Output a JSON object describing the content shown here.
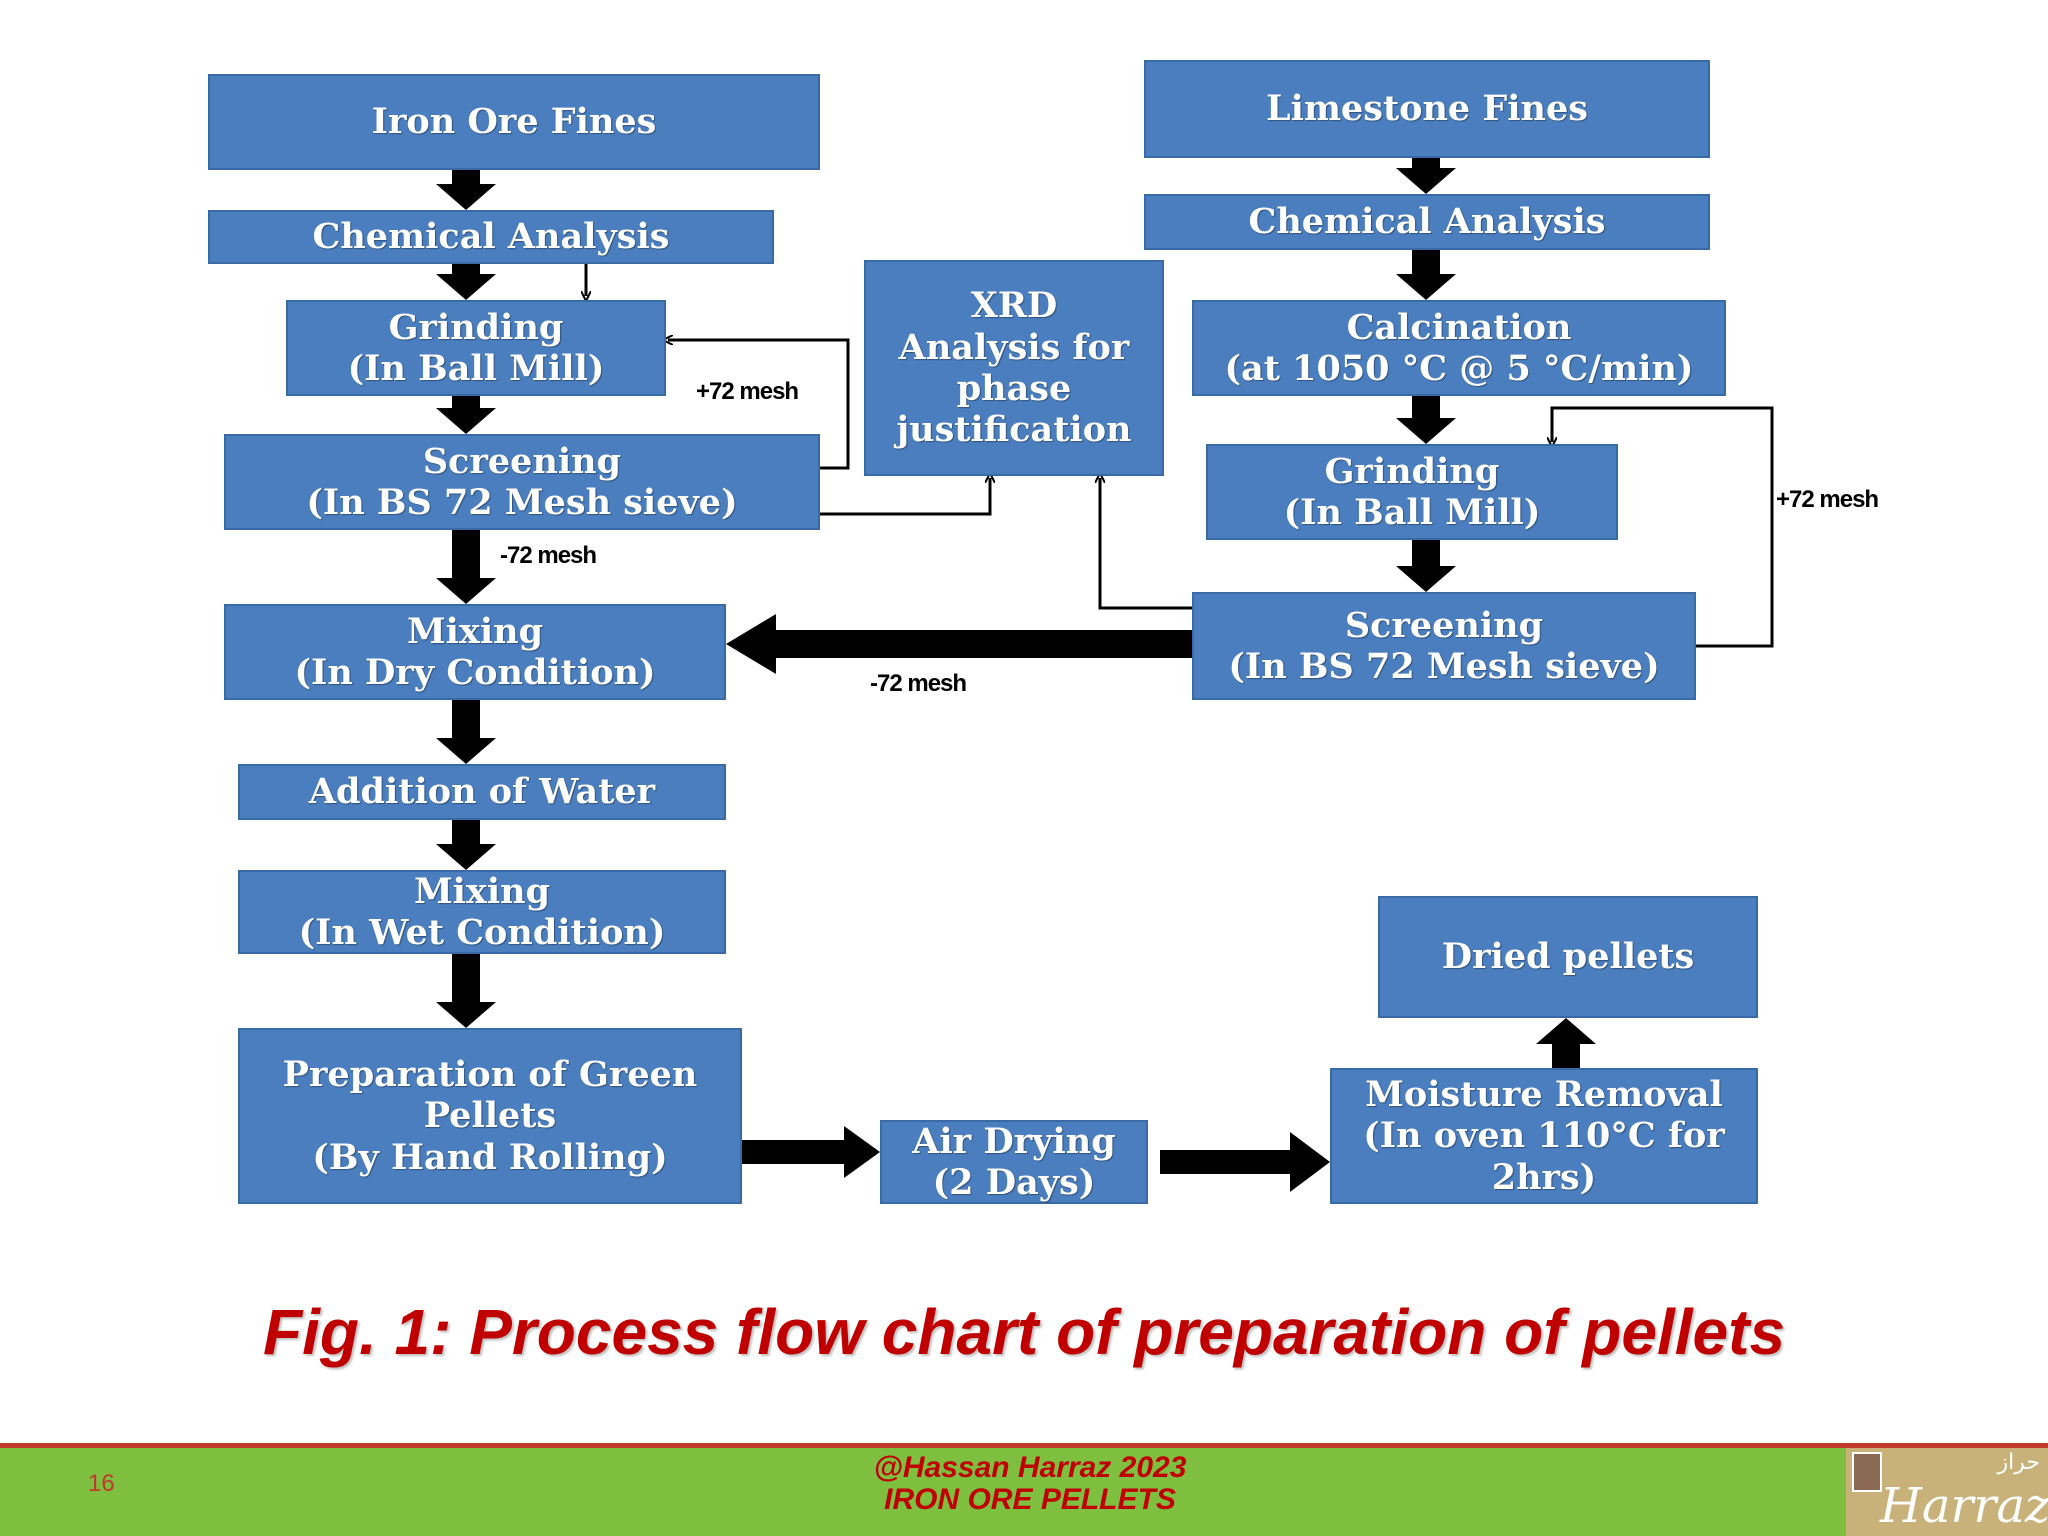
{
  "diagram": {
    "boxes": {
      "iron_ore_fines": [
        "Iron Ore Fines"
      ],
      "chemical_analysis_left": [
        "Chemical Analysis"
      ],
      "grinding_left": [
        "Grinding",
        "(In Ball Mill)"
      ],
      "screening_left": [
        "Screening",
        "(In BS 72 Mesh sieve)"
      ],
      "xrd": [
        "XRD",
        "Analysis for",
        "phase",
        "justification"
      ],
      "limestone_fines": [
        "Limestone Fines"
      ],
      "chemical_analysis_right": [
        "Chemical Analysis"
      ],
      "calcination": [
        "Calcination",
        "(at 1050 °C @ 5 °C/min)"
      ],
      "grinding_right": [
        "Grinding",
        "(In Ball Mill)"
      ],
      "screening_right": [
        "Screening",
        "(In BS 72 Mesh sieve)"
      ],
      "mixing_dry": [
        "Mixing",
        "(In Dry Condition)"
      ],
      "addition_of_water": [
        "Addition of Water"
      ],
      "mixing_wet": [
        "Mixing",
        "(In Wet Condition)"
      ],
      "green_pellets": [
        "Preparation of Green",
        "Pellets",
        "(By Hand Rolling)"
      ],
      "air_drying": [
        "Air Drying",
        "(2 Days)"
      ],
      "moisture_removal": [
        "Moisture Removal",
        "(In oven 110°C for",
        "2hrs)"
      ],
      "dried_pellets": [
        "Dried pellets"
      ]
    },
    "mesh_labels": {
      "left_plus": "+72 mesh",
      "left_minus": "-72 mesh",
      "center_minus": "-72 mesh",
      "right_plus": "+72 mesh"
    }
  },
  "caption": "Fig. 1: Process flow chart of preparation of pellets",
  "footer": {
    "page_number": "16",
    "line1": "@Hassan Harraz 2023",
    "line2": "IRON ORE PELLETS",
    "logo_text": "Harraz",
    "logo_arabic": "حراز"
  },
  "colors": {
    "box_fill": "#4a7ebf",
    "caption": "#c00000",
    "footer_bar": "#7fbf3f"
  }
}
